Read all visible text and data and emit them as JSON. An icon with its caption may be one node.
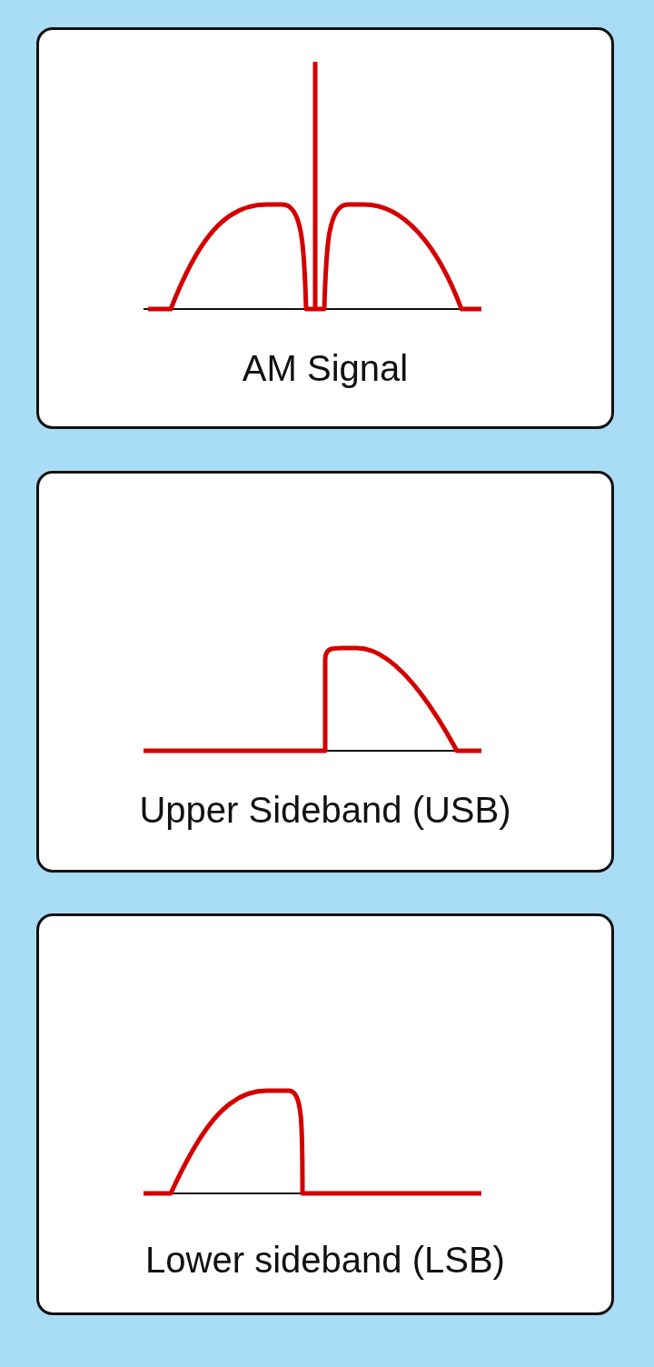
{
  "diagram": {
    "nodes": [
      {
        "text": [
          "AM Signal"
        ]
      },
      {
        "text": [
          "Upper Sideband (USB)"
        ]
      },
      {
        "text": [
          "Lower sideband (LSB)"
        ]
      }
    ]
  }
}
